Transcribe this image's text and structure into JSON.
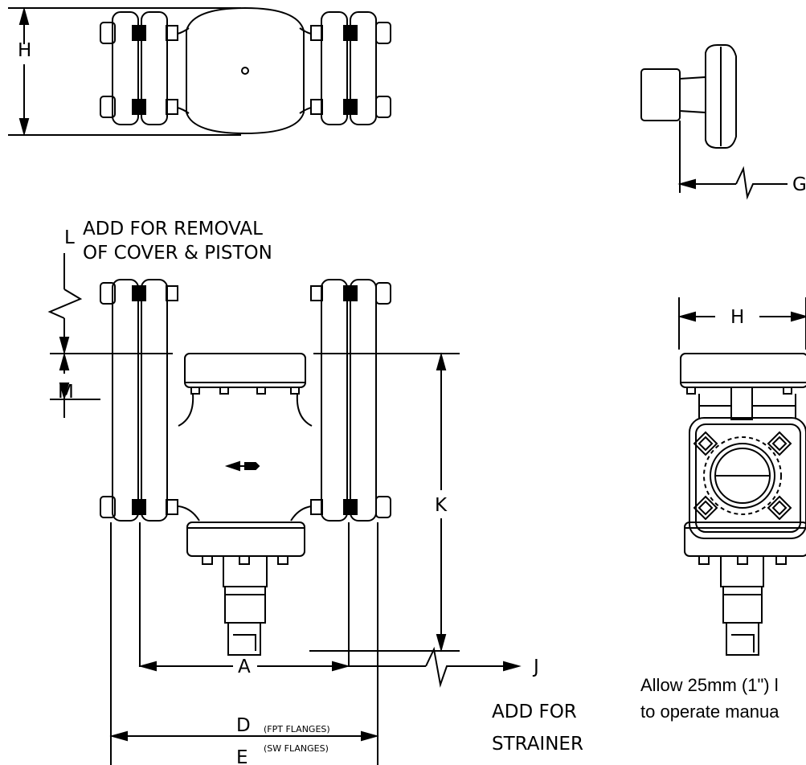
{
  "dims": {
    "h_top": "H",
    "g": "G",
    "l": "L",
    "l_note_1": "ADD FOR REMOVAL",
    "l_note_2": "OF COVER & PISTON",
    "m": "M",
    "k": "K",
    "h_side": "H",
    "a": "A",
    "j": "J",
    "j_note_1": "ADD FOR",
    "j_note_2": "STRAINER",
    "d": "D",
    "d_sub": "(FPT FLANGES)",
    "e": "E",
    "e_sub": "(SW FLANGES)"
  },
  "note": {
    "line1": "Allow 25mm (1\") l",
    "line2": "to operate manua"
  }
}
